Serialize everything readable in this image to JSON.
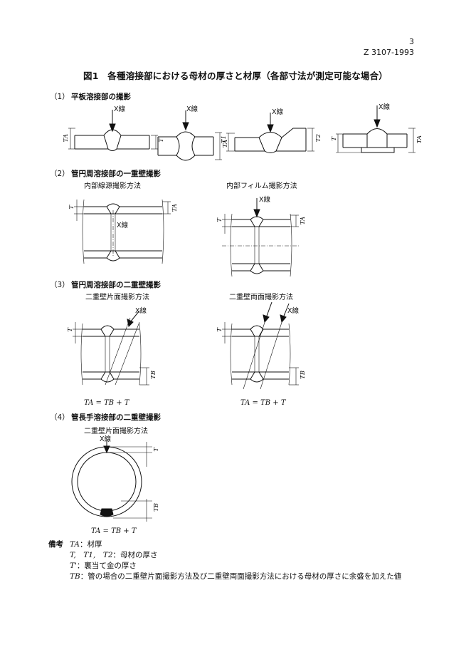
{
  "header": {
    "page_number": "3",
    "standard_id": "Z 3107-1993"
  },
  "figure": {
    "title": "図1　各種溶接部における母材の厚さと材厚（各部寸法が測定可能な場合）"
  },
  "sections": [
    {
      "number": "（1）",
      "title": "平板溶接部の撮影"
    },
    {
      "number": "（2）",
      "title": "管円周溶接部の一重壁撮影"
    },
    {
      "number": "（3）",
      "title": "管円周溶接部の二重壁撮影"
    },
    {
      "number": "（4）",
      "title": "管長手溶接部の二重壁撮影"
    }
  ],
  "methods": {
    "inner_source": "内部線源撮影方法",
    "inner_film": "内部フィルム撮影方法",
    "double_single_1": "二重壁片面撮影方法",
    "double_both": "二重壁両面撮影方法",
    "double_single_2": "二重壁片面撮影方法"
  },
  "labels": {
    "xray": "X線",
    "t": "T",
    "t1": "T1",
    "t2": "T2",
    "ta": "TA",
    "tb": "TB"
  },
  "formulas": {
    "f1": "TA = TB + T",
    "f2": "TA = TB + T",
    "f3": "TA = TB + T"
  },
  "remarks": {
    "heading": "備考",
    "r1_sym": "TA",
    "r1_text": "：材厚",
    "r2_sym": "T,　T1,　T2",
    "r2_text": "：母材の厚さ",
    "r3_sym": "T'",
    "r3_text": "：裏当て金の厚さ",
    "r4_sym": "TB",
    "r4_text": "：管の場合の二重壁片面撮影方法及び二重壁両面撮影方法における母材の厚さに余盛を加えた値"
  }
}
